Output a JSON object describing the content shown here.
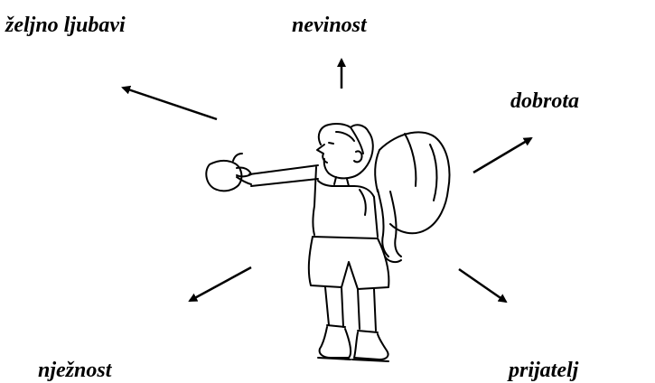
{
  "labels": {
    "top_left": "željno ljubavi",
    "top": "nevinost",
    "right": "dobrota",
    "bottom_left": "nježnost",
    "bottom_right": "prijatelj"
  },
  "colors": {
    "ink": "#000000",
    "background": "#ffffff"
  },
  "illustration": {
    "subject": "child-with-backpack-holding-apple"
  }
}
